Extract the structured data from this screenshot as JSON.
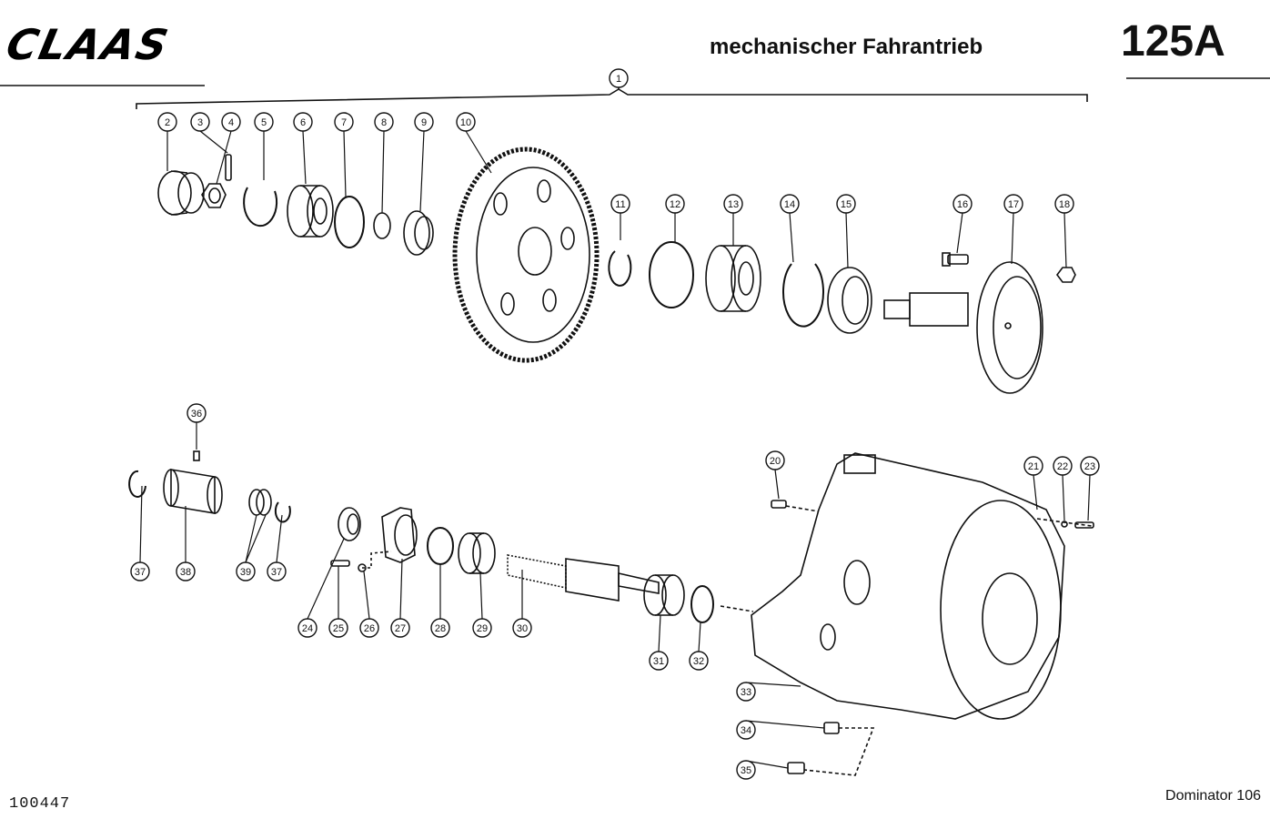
{
  "header": {
    "logo": "CLAAS",
    "title": "mechanischer Fahrantrieb",
    "code": "125A"
  },
  "footer": {
    "doc_number": "100447",
    "model": "Dominator 106"
  },
  "callouts": {
    "top_row": [
      "1",
      "2",
      "3",
      "4",
      "5",
      "6",
      "7",
      "8",
      "9",
      "10",
      "11",
      "12",
      "13",
      "14",
      "15",
      "16",
      "17",
      "18"
    ],
    "bottom_row": [
      "20",
      "21",
      "22",
      "23",
      "24",
      "25",
      "26",
      "27",
      "28",
      "29",
      "30",
      "31",
      "32",
      "33",
      "34",
      "35",
      "36",
      "37",
      "38",
      "39"
    ]
  }
}
